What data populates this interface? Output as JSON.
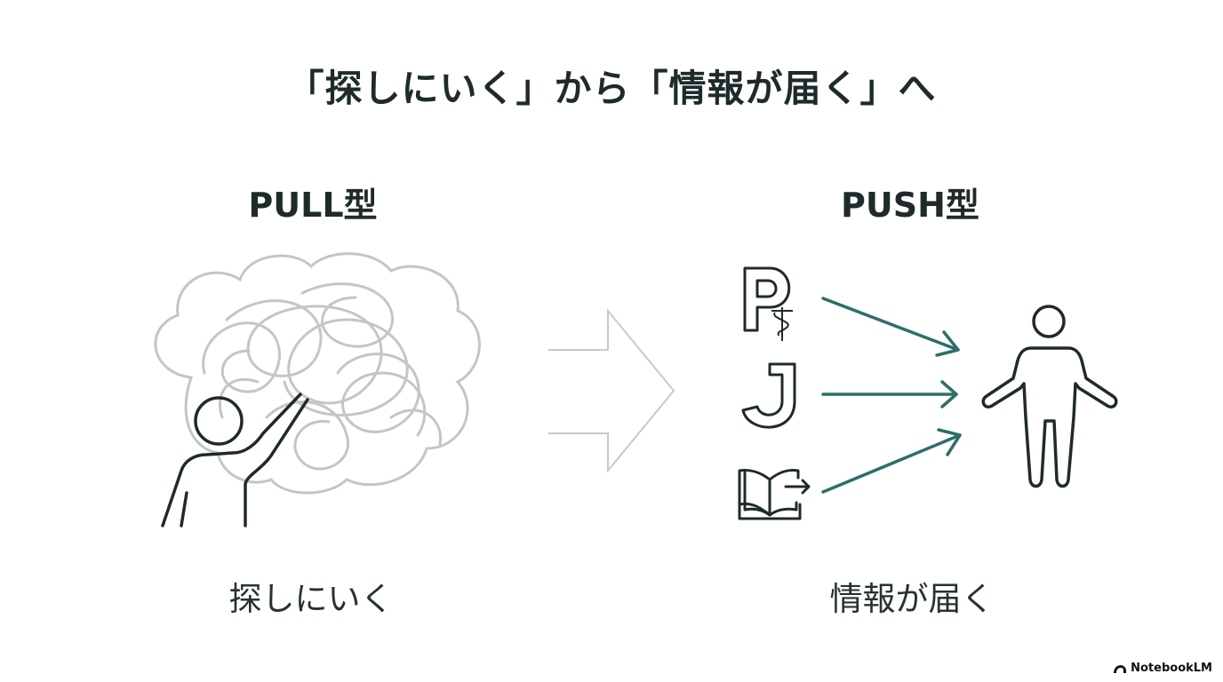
{
  "slide": {
    "title": "「探しにいく」から「情報が届く」へ",
    "pull": {
      "heading": "PULL型",
      "caption": "探しにいく"
    },
    "push": {
      "heading": "PUSH型",
      "caption": "情報が届く"
    }
  },
  "icons": {
    "pull": [
      "tangled-cloud-icon",
      "reaching-person-icon"
    ],
    "middle": [
      "outline-arrow-icon"
    ],
    "push_sources": [
      "p-pharmacy-icon",
      "j-letter-icon",
      "open-book-export-icon"
    ],
    "push_target": [
      "standing-person-icon"
    ]
  },
  "colors": {
    "text": "#1e2b2a",
    "arrow_teal": "#2d6e6a",
    "cloud_gray": "#c4c6c6",
    "outline_arrow_gray": "#c8caca"
  },
  "branding": {
    "label": "NotebookLM"
  }
}
